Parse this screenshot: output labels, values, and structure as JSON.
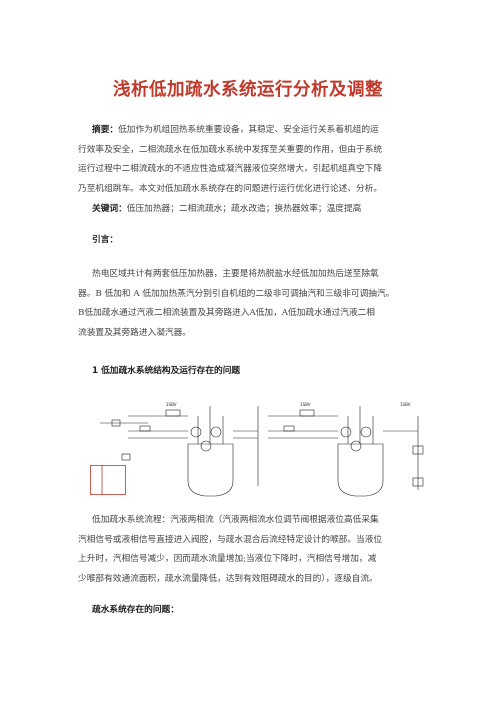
{
  "title": "浅析低加疏水系统运行分析及调整",
  "abstract": {
    "label": "摘要：",
    "lines": [
      "低加作为机组回热系统重要设备，其稳定、安全运行关系着机组的运",
      "行效率及安全，二相流疏水在低加疏水系统中发挥至关重要的作用，但由于系统",
      "运行过程中二相流疏水的不适应性造成凝汽器液位突然增大，引起机组真空下降",
      "乃至机组跳车。本文对低加疏水系统存在的问题进行运行优化进行论述、分析。"
    ]
  },
  "keywords": {
    "label": "关键词：",
    "text": "低压加热器；二相流疏水；疏水改造；换热器效率；温度提高"
  },
  "intro": {
    "label": "引言：",
    "lines": [
      "热电区域共计有两套低压加热器，主要是将热脱盐水经低加加热后送至除氧",
      "器。B 低加和 A 低加加热蒸汽分别引自机组的二级非可调抽汽和三级非可调抽汽。",
      "B低加疏水通过汽液二相流装置及其旁路进入A低加，A低加疏水通过汽液二相",
      "流装置及其旁路进入凝汽器。"
    ]
  },
  "section1": {
    "heading": "1 低加疏水系统结构及运行存在的问题"
  },
  "diagram": {
    "labels": [
      "1SBV",
      "1SBV",
      "1SBV"
    ]
  },
  "flow": {
    "lines": [
      "低加疏水系统流程：汽液两相流（汽液两相流水位调节阀根据液位高低采集",
      "汽相信号或液相信号直接进入阀腔，与疏水混合后流经特定设计的喉部。当液位",
      "上升时，汽相信号减少，因而疏水流量增加;当液位下降时，汽相信号增加，减",
      "少喉部有效通流面积，疏水流量降低，达到有效阻碍疏水的目的），逐级自流。"
    ]
  },
  "problems": {
    "heading": "疏水系统存在的问题："
  },
  "colors": {
    "title": "#c0392b"
  }
}
